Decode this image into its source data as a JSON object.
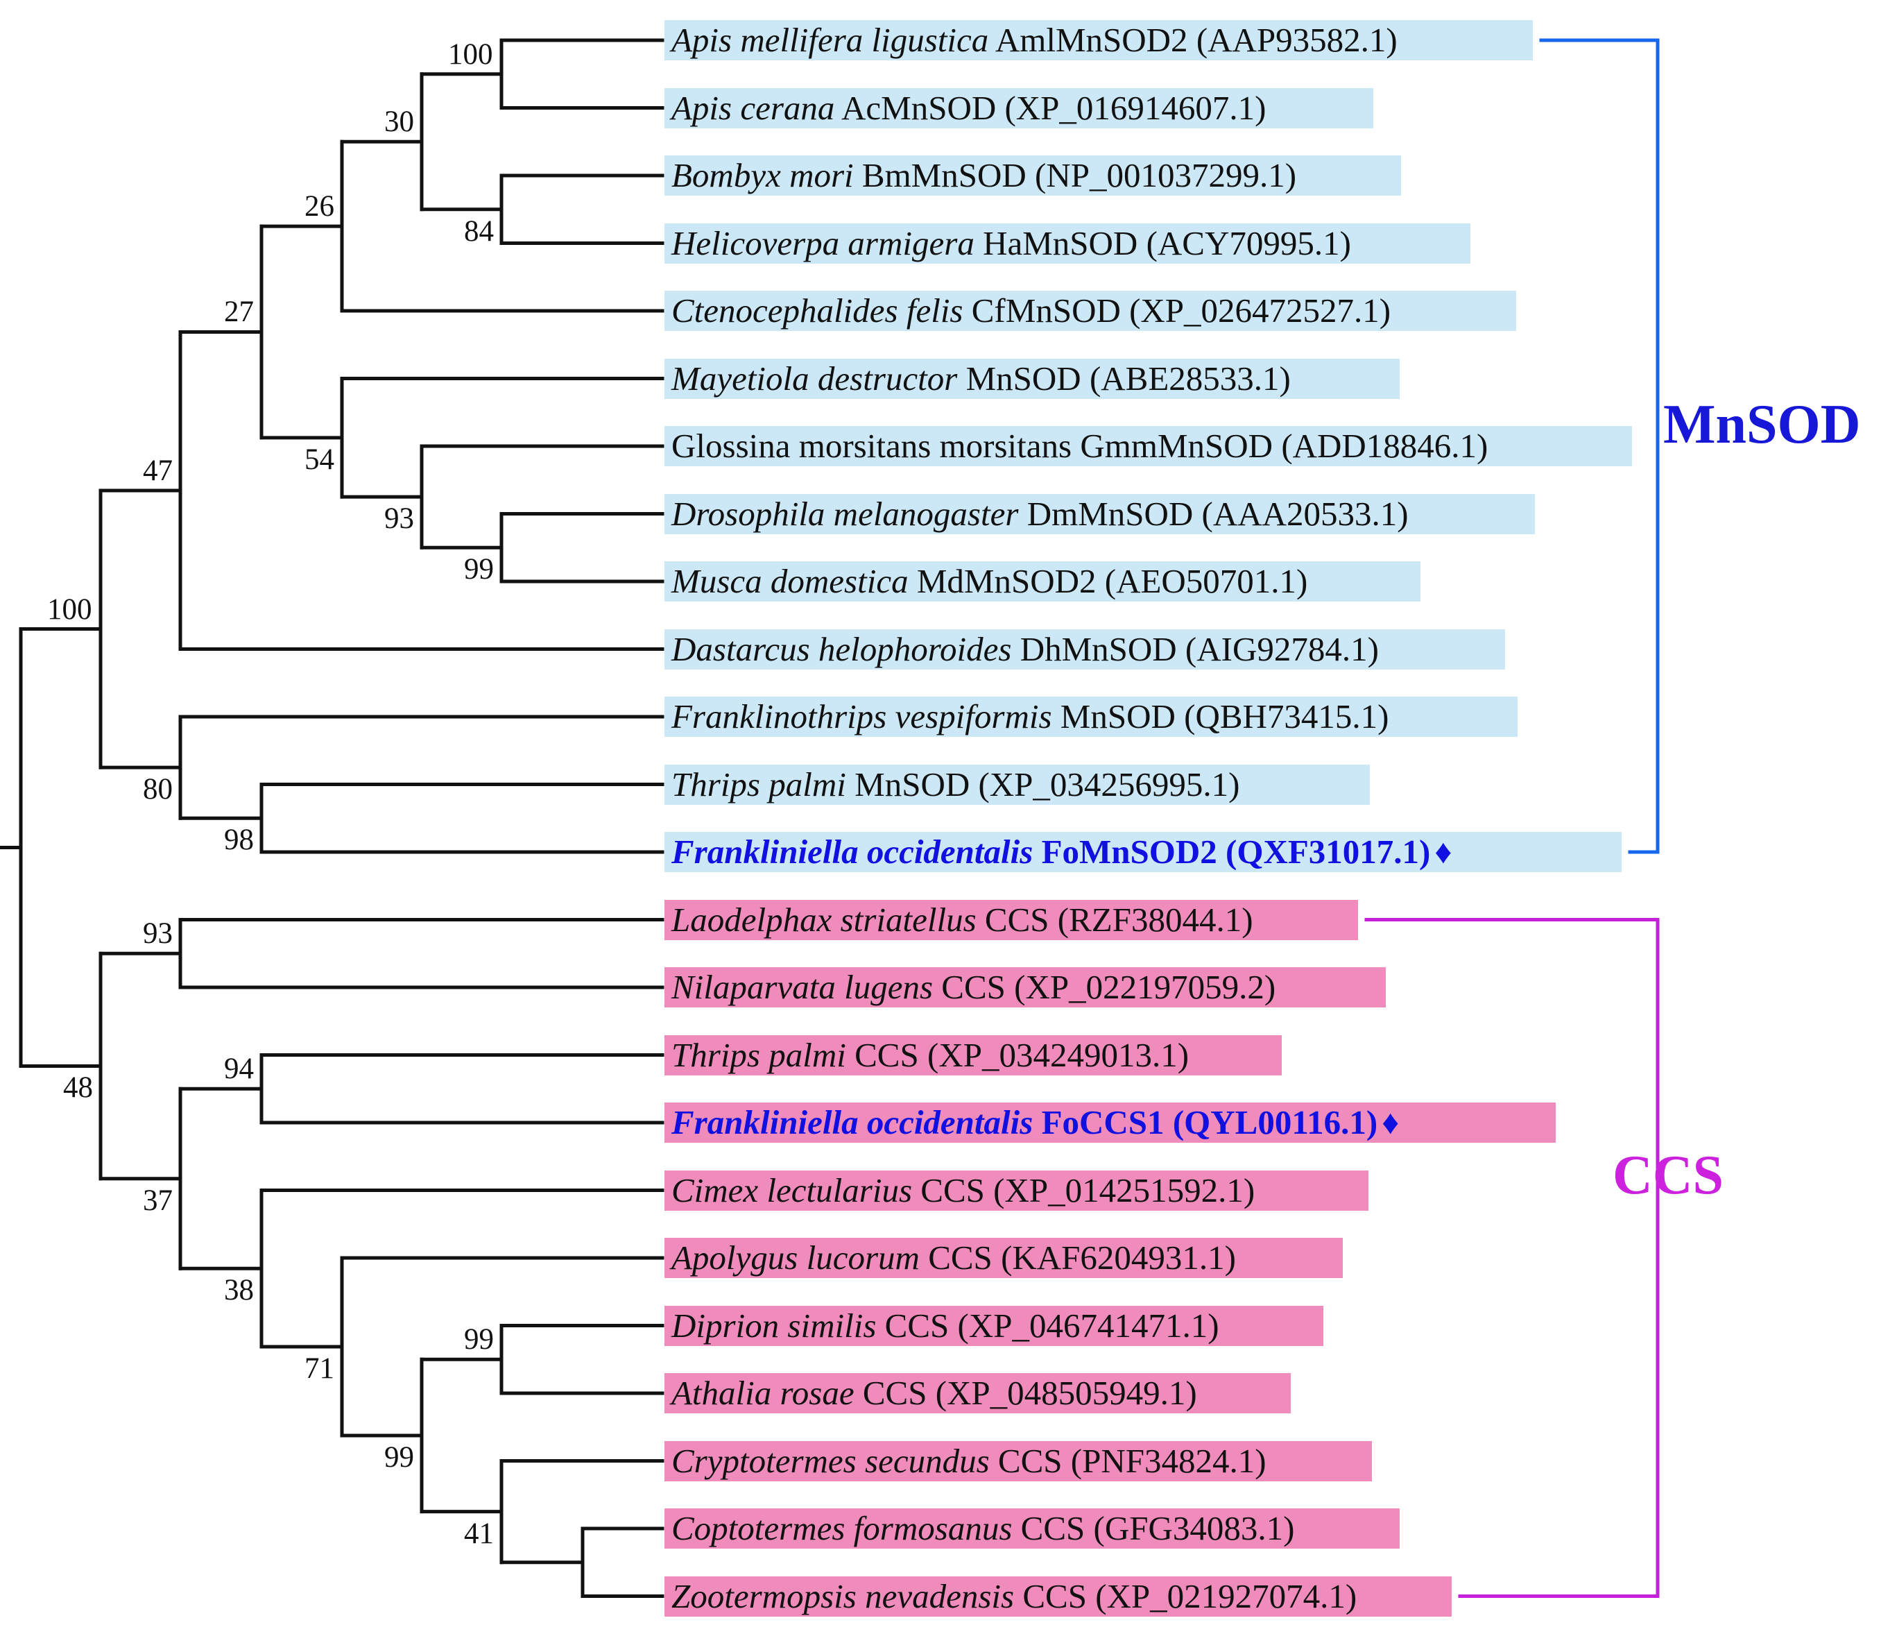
{
  "colors": {
    "mnsod_bg": "#cce8f6",
    "ccs_bg": "#f08cbc",
    "mnsod_bracket": "#1766ee",
    "ccs_bracket": "#c420dc",
    "mnsod_label": "#1717d8",
    "ccs_label": "#cc22dd",
    "highlight_text": "#1010e0"
  },
  "taxa": [
    {
      "species": "Apis mellifera ligustica",
      "gene": "AmlMnSOD2",
      "accession": "(AAP93582.1)",
      "group": "mnsod",
      "italic": true,
      "highlight": false
    },
    {
      "species": "Apis cerana",
      "gene": "AcMnSOD",
      "accession": "(XP_016914607.1)",
      "group": "mnsod",
      "italic": true,
      "highlight": false
    },
    {
      "species": "Bombyx mori",
      "gene": "BmMnSOD",
      "accession": "(NP_001037299.1)",
      "group": "mnsod",
      "italic": true,
      "highlight": false
    },
    {
      "species": "Helicoverpa armigera",
      "gene": "HaMnSOD",
      "accession": "(ACY70995.1)",
      "group": "mnsod",
      "italic": true,
      "highlight": false
    },
    {
      "species": "Ctenocephalides felis",
      "gene": "CfMnSOD",
      "accession": "(XP_026472527.1)",
      "group": "mnsod",
      "italic": true,
      "highlight": false
    },
    {
      "species": "Mayetiola destructor",
      "gene": "MnSOD",
      "accession": "(ABE28533.1)",
      "group": "mnsod",
      "italic": true,
      "highlight": false
    },
    {
      "species": "Glossina morsitans morsitans",
      "gene": "GmmMnSOD",
      "accession": "(ADD18846.1)",
      "group": "mnsod",
      "italic": false,
      "highlight": false
    },
    {
      "species": "Drosophila melanogaster",
      "gene": "DmMnSOD",
      "accession": "(AAA20533.1)",
      "group": "mnsod",
      "italic": true,
      "highlight": false
    },
    {
      "species": "Musca domestica",
      "gene": "MdMnSOD2",
      "accession": "(AEO50701.1)",
      "group": "mnsod",
      "italic": true,
      "highlight": false
    },
    {
      "species": "Dastarcus helophoroides",
      "gene": "DhMnSOD",
      "accession": "(AIG92784.1)",
      "group": "mnsod",
      "italic": true,
      "highlight": false
    },
    {
      "species": "Franklinothrips vespiformis",
      "gene": "MnSOD",
      "accession": "(QBH73415.1)",
      "group": "mnsod",
      "italic": true,
      "highlight": false
    },
    {
      "species": "Thrips palmi",
      "gene": "MnSOD",
      "accession": "(XP_034256995.1)",
      "group": "mnsod",
      "italic": true,
      "highlight": false
    },
    {
      "species": "Frankliniella occidentalis",
      "gene": "FoMnSOD2",
      "accession": "(QXF31017.1)",
      "group": "mnsod",
      "italic": true,
      "highlight": true,
      "marker": "♦"
    },
    {
      "species": "Laodelphax striatellus",
      "gene": "CCS",
      "accession": "(RZF38044.1)",
      "group": "ccs",
      "italic": true,
      "highlight": false
    },
    {
      "species": "Nilaparvata lugens",
      "gene": "CCS",
      "accession": "(XP_022197059.2)",
      "group": "ccs",
      "italic": true,
      "highlight": false
    },
    {
      "species": "Thrips palmi",
      "gene": "CCS",
      "accession": "(XP_034249013.1)",
      "group": "ccs",
      "italic": true,
      "highlight": false
    },
    {
      "species": "Frankliniella occidentalis",
      "gene": "FoCCS1",
      "accession": "(QYL00116.1)",
      "group": "ccs",
      "italic": true,
      "highlight": true,
      "marker": "♦"
    },
    {
      "species": "Cimex lectularius",
      "gene": "CCS",
      "accession": "(XP_014251592.1)",
      "group": "ccs",
      "italic": true,
      "highlight": false
    },
    {
      "species": "Apolygus lucorum",
      "gene": "CCS",
      "accession": "(KAF6204931.1)",
      "group": "ccs",
      "italic": true,
      "highlight": false
    },
    {
      "species": "Diprion similis",
      "gene": "CCS",
      "accession": "(XP_046741471.1)",
      "group": "ccs",
      "italic": true,
      "highlight": false
    },
    {
      "species": "Athalia rosae",
      "gene": "CCS",
      "accession": "(XP_048505949.1)",
      "group": "ccs",
      "italic": true,
      "highlight": false
    },
    {
      "species": "Cryptotermes secundus",
      "gene": "CCS",
      "accession": "(PNF34824.1)",
      "group": "ccs",
      "italic": true,
      "highlight": false
    },
    {
      "species": "Coptotermes formosanus",
      "gene": "CCS",
      "accession": "(GFG34083.1)",
      "group": "ccs",
      "italic": true,
      "highlight": false
    },
    {
      "species": "Zootermopsis nevadensis",
      "gene": "CCS",
      "accession": "(XP_021927074.1)",
      "group": "ccs",
      "italic": true,
      "highlight": false
    }
  ],
  "tree": {
    "children": [
      {
        "support": "100",
        "children": [
          {
            "support": "47",
            "children": [
              {
                "support": "27",
                "children": [
                  {
                    "support": "26",
                    "children": [
                      {
                        "support": "30",
                        "children": [
                          {
                            "support": "100",
                            "children": [
                              {
                                "leaf": 0
                              },
                              {
                                "leaf": 1
                              }
                            ]
                          },
                          {
                            "support": "84",
                            "children": [
                              {
                                "leaf": 2
                              },
                              {
                                "leaf": 3
                              }
                            ]
                          }
                        ]
                      },
                      {
                        "leaf": 4
                      }
                    ]
                  },
                  {
                    "support": "54",
                    "children": [
                      {
                        "leaf": 5
                      },
                      {
                        "support": "93",
                        "children": [
                          {
                            "leaf": 6
                          },
                          {
                            "support": "99",
                            "children": [
                              {
                                "leaf": 7
                              },
                              {
                                "leaf": 8
                              }
                            ]
                          }
                        ]
                      }
                    ]
                  }
                ]
              },
              {
                "leaf": 9
              }
            ]
          },
          {
            "support": "80",
            "children": [
              {
                "leaf": 10
              },
              {
                "support": "98",
                "children": [
                  {
                    "leaf": 11
                  },
                  {
                    "leaf": 12
                  }
                ]
              }
            ]
          }
        ]
      },
      {
        "support": "48",
        "children": [
          {
            "support": "93",
            "children": [
              {
                "leaf": 13
              },
              {
                "leaf": 14
              }
            ]
          },
          {
            "support": "37",
            "children": [
              {
                "support": "94",
                "children": [
                  {
                    "leaf": 15
                  },
                  {
                    "leaf": 16
                  }
                ]
              },
              {
                "support": "38",
                "children": [
                  {
                    "leaf": 17
                  },
                  {
                    "support": "71",
                    "children": [
                      {
                        "leaf": 18
                      },
                      {
                        "support": "99",
                        "children": [
                          {
                            "support": "99",
                            "children": [
                              {
                                "leaf": 19
                              },
                              {
                                "leaf": 20
                              }
                            ]
                          },
                          {
                            "support": "41",
                            "children": [
                              {
                                "leaf": 21
                              },
                              {
                                "support": "",
                                "children": [
                                  {
                                    "leaf": 22
                                  },
                                  {
                                    "leaf": 23
                                  }
                                ]
                              }
                            ]
                          }
                        ]
                      }
                    ]
                  }
                ]
              }
            ]
          }
        ]
      }
    ]
  },
  "groups": [
    {
      "id": "mnsod",
      "label": "MnSOD",
      "first": 0,
      "last": 12
    },
    {
      "id": "ccs",
      "label": "CCS",
      "first": 13,
      "last": 23
    }
  ]
}
